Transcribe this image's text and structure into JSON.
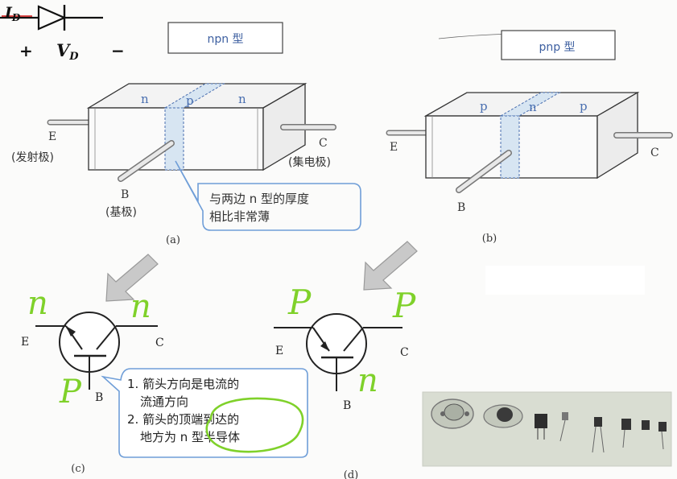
{
  "diode": {
    "current_label": "I",
    "current_sub": "D",
    "plus": "+",
    "voltage_label": "V",
    "voltage_sub": "D",
    "minus": "−"
  },
  "npn": {
    "title": "npn 型",
    "region_left": "n",
    "region_mid": "p",
    "region_right": "n",
    "emitter_letter": "E",
    "emitter_name": "(发射极)",
    "collector_letter": "C",
    "collector_name": "(集电极)",
    "base_letter": "B",
    "base_name": "(基极)",
    "callout_line1": "与两边 n 型的厚度",
    "callout_line2": "相比非常薄",
    "caption": "(a)"
  },
  "pnp": {
    "title": "pnp 型",
    "region_left": "p",
    "region_mid": "n",
    "region_right": "p",
    "emitter_letter": "E",
    "collector_letter": "C",
    "base_letter": "B",
    "caption": "(b)"
  },
  "symbol_c": {
    "emitter": "E",
    "collector": "C",
    "base": "B",
    "caption": "(c)"
  },
  "symbol_d": {
    "emitter": "E",
    "collector": "C",
    "base": "B",
    "caption": "(d)"
  },
  "notes": {
    "line1": "1. 箭头方向是电流的",
    "line2": "流通方向",
    "line3": "2. 箭头的顶端到达的",
    "line4": "地方为 n 型半导体"
  },
  "handwriting": {
    "c_left": "n",
    "c_right": "n",
    "c_bottom": "P",
    "d_left": "P",
    "d_right": "P",
    "d_bottom": "n"
  },
  "colors": {
    "ink": "#2a2a2a",
    "region_blue": "#4a6fb0",
    "callout_blue": "#6f9ed8",
    "highlight": "#7fd12a",
    "arrow_gray": "#a8a8a8"
  }
}
